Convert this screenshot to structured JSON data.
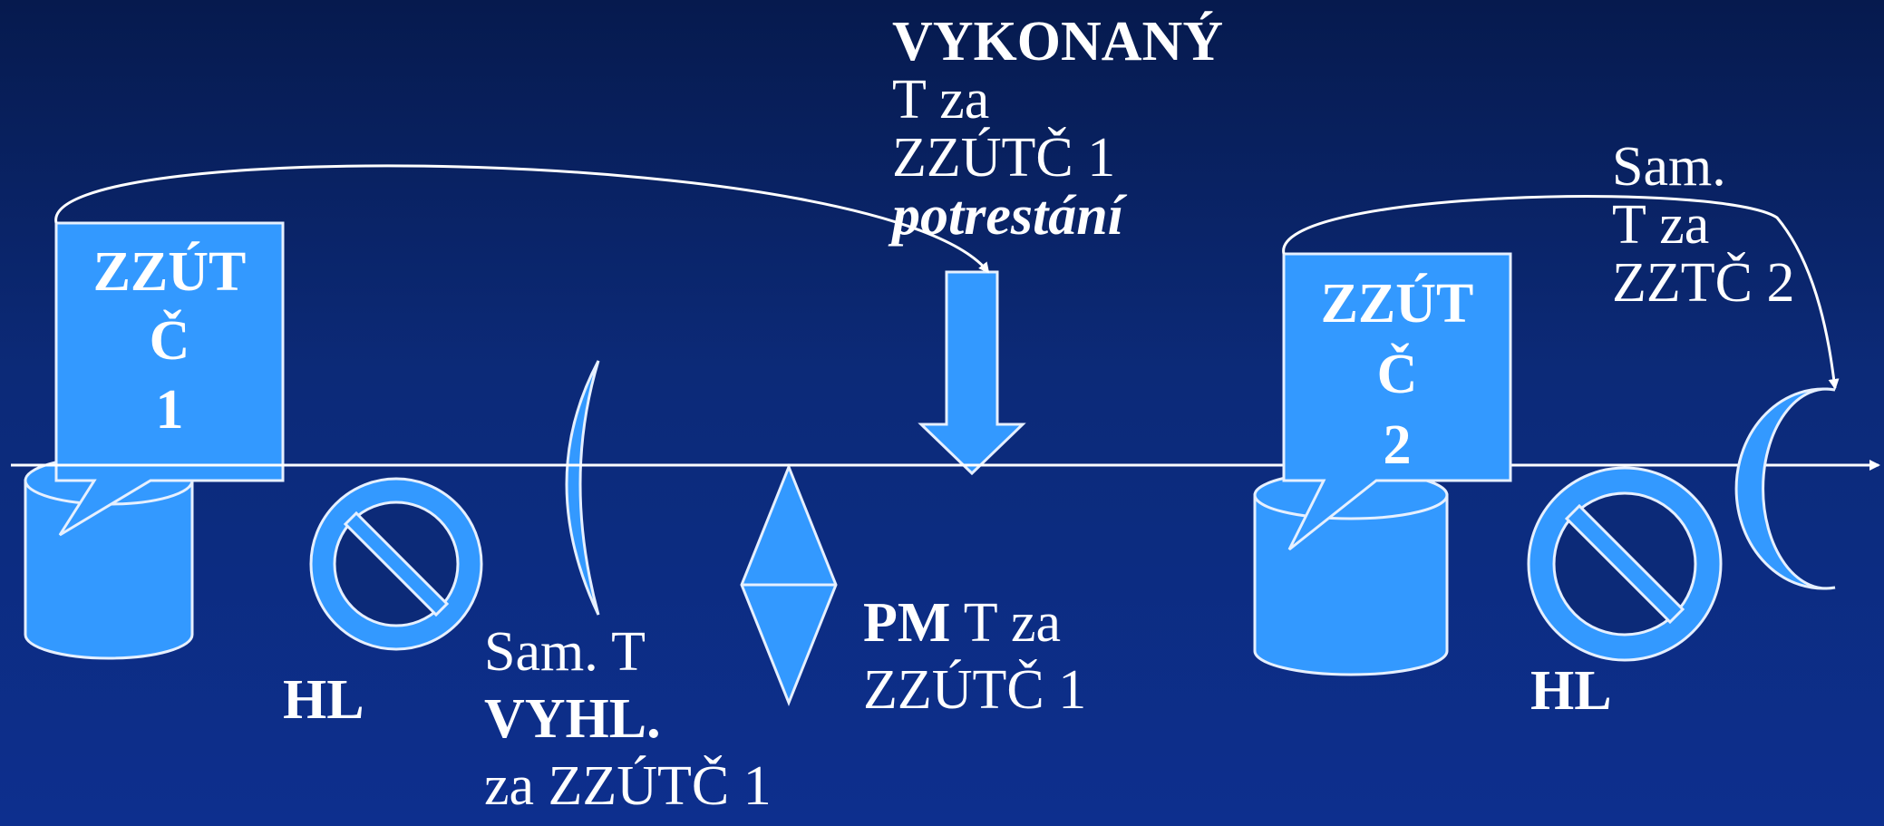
{
  "colors": {
    "fill": "#3399ff",
    "stroke": "#e6f0ff",
    "line": "#ffffff"
  },
  "timeline": {
    "crime1": {
      "l1": "ZZÚT",
      "l2": "Č",
      "l3": "1"
    },
    "crime2": {
      "l1": "ZZÚT",
      "l2": "Č",
      "l3": "2"
    },
    "hl1": "HL",
    "hl2": "HL",
    "vykonany": {
      "title": "VYKONANÝ",
      "l1": "T za",
      "l2": "ZZÚTČ 1",
      "l3": "potrestání"
    },
    "sam_vyhl": {
      "l1": "Sam. T",
      "l2": "VYHL.",
      "l3": "za ZZÚTČ 1"
    },
    "pm": {
      "bold": "PM",
      "rest": " T za",
      "l2": "ZZÚTČ 1"
    },
    "sam2": {
      "l1": "Sam.",
      "l2": "T za",
      "l3": "ZZTČ 2"
    }
  },
  "icons": [
    "cylinder-icon",
    "speech-callout-icon",
    "prohibition-icon",
    "arc-bracket-icon",
    "diamond-icon",
    "down-arrow-icon",
    "crescent-icon"
  ]
}
